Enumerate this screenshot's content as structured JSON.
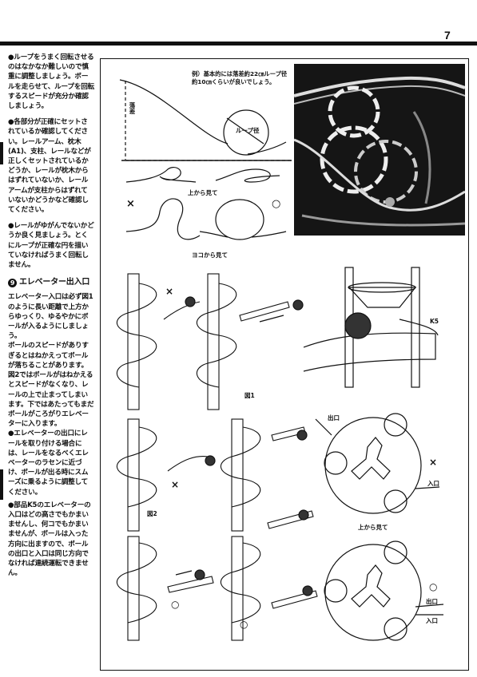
{
  "page": {
    "number": "7"
  },
  "left_column": {
    "p1": "●ループをうまく回転させるのはなかなか難しいので慎重に調整しましょう。ボールを走らせて、ループを回転するスピードが充分か確認しましょう。",
    "p2": "●各部分が正確にセットされているか確認してください。レールアーム、枕木(A1)、支柱、レールなどが正しくセットされているかどうか、レールが枕木からはずれていないか、レールアームが支柱からはずれていないかどうかなど確認してください。",
    "p3": "●レールがゆがんでないかどうか良く見ましょう。とくにループが正確な円を描いていなければうまく回転しません。",
    "section9": {
      "num": "9",
      "title": "エレベーター出入口",
      "p1": "エレベーター入口は必ず図1のように長い距離で上方からゆっくり、ゆるやかにボールが入るようにしましょう。",
      "p2": "ボールのスピードがありすぎるとはねかえってボールが落ちることがあります。",
      "p3": "図2ではボールがはねかえるとスピードがなくなり、レールの上で止まってしまいます。下ではあたってもまだボールがころがりエレベーターに入ります。",
      "p4": "●エレベーターの出口にレールを取り付ける場合には、レールをなるべくエレベーターのラセンに近づけ、ボールが出る時にスムーズに乗るように調整してください。",
      "p5": "●部品K5のエレベーターの入口はどの高さでもかまいませんし、何コでもかまいませんが、ボールは入った方向に出ますので、ボールの出口と入口は同じ方向でなければ連続運転できません。"
    }
  },
  "diagram": {
    "example_note": "例）基本的には落差約22㎝ループ径約10㎝くらいが良いでしょう。",
    "drop_label": "落差",
    "loop_label": "ループ径",
    "top_view": "上から見て",
    "side_view": "ヨコから見て",
    "wrong": "×",
    "right": "○",
    "fig1": "図1",
    "fig2": "図2",
    "k5": "K5",
    "exit": "出口",
    "entrance": "入口",
    "top_view2": "上から見て"
  }
}
